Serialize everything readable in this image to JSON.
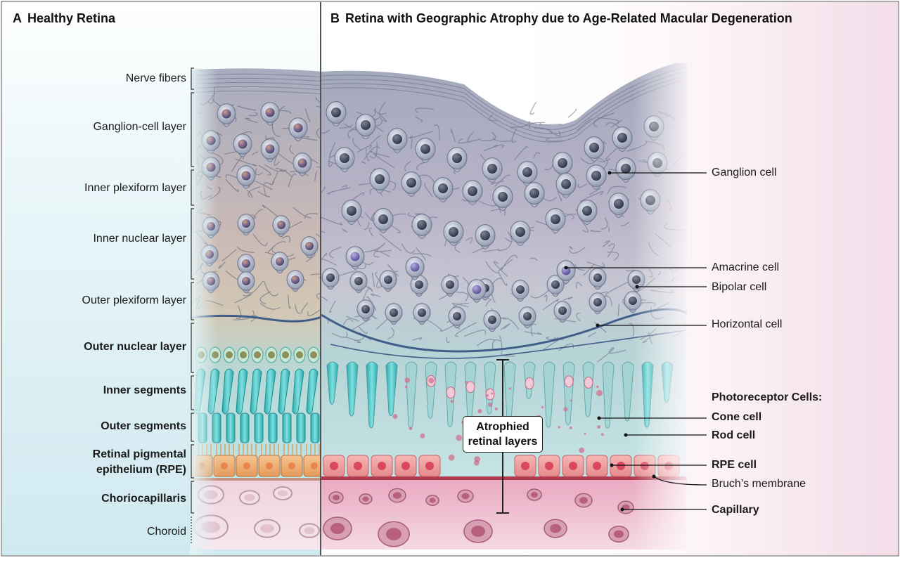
{
  "panels": {
    "a": {
      "letter": "A",
      "title": "Healthy Retina"
    },
    "b": {
      "letter": "B",
      "title": "Retina with Geographic Atrophy due to Age-Related Macular Degeneration"
    }
  },
  "layer_labels": {
    "nerve_fibers": "Nerve fibers",
    "ganglion_layer": "Ganglion-cell layer",
    "inner_plexiform": "Inner plexiform layer",
    "inner_nuclear": "Inner nuclear layer",
    "outer_plexiform": "Outer plexiform layer",
    "outer_nuclear": "Outer nuclear layer",
    "inner_segments": "Inner segments",
    "outer_segments": "Outer segments",
    "rpe_line1": "Retinal pigmental",
    "rpe_line2": "epithelium (RPE)",
    "choriocapillaris": "Choriocapillaris",
    "choroid": "Choroid"
  },
  "cell_labels": {
    "ganglion": "Ganglion cell",
    "amacrine": "Amacrine cell",
    "bipolar": "Bipolar cell",
    "horizontal": "Horizontal cell",
    "photoreceptor_heading": "Photoreceptor Cells:",
    "cone": "Cone cell",
    "rod": "Rod cell",
    "rpe": "RPE cell",
    "bruch": "Bruch’s membrane",
    "capillary": "Capillary"
  },
  "atrophy_box": {
    "line1": "Atrophied",
    "line2": "retinal layers"
  },
  "colors": {
    "left_background": "#d8eef3",
    "right_background": "#f6e6ee",
    "cell_body": "#9fa9bd",
    "nucleus": "#3b4256",
    "photoreceptor": "#57c3c4",
    "rpe_healthy": "#f2b47a",
    "rpe_damaged": "#d9506e",
    "membrane": "#b13a4e"
  }
}
